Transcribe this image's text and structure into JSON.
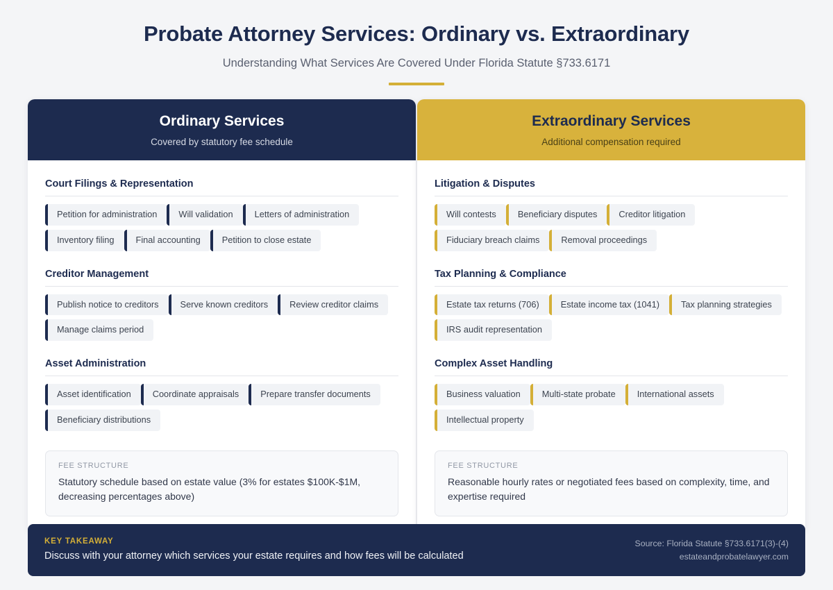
{
  "header": {
    "title": "Probate Attorney Services: Ordinary vs. Extraordinary",
    "subtitle": "Understanding What Services Are Covered Under Florida Statute §733.6171",
    "accent_color": "#d4af37"
  },
  "columns": [
    {
      "key": "ordinary",
      "title": "Ordinary Services",
      "subtitle": "Covered by statutory fee schedule",
      "header_bg": "#1d2b4f",
      "accent_color": "#1d2b4f",
      "sections": [
        {
          "title": "Court Filings & Representation",
          "items": [
            "Petition for administration",
            "Will validation",
            "Letters of administration",
            "Inventory filing",
            "Final accounting",
            "Petition to close estate"
          ]
        },
        {
          "title": "Creditor Management",
          "items": [
            "Publish notice to creditors",
            "Serve known creditors",
            "Review creditor claims",
            "Manage claims period"
          ]
        },
        {
          "title": "Asset Administration",
          "items": [
            "Asset identification",
            "Coordinate appraisals",
            "Prepare transfer documents",
            "Beneficiary distributions"
          ]
        }
      ],
      "fee": {
        "label": "FEE STRUCTURE",
        "text": "Statutory schedule based on estate value (3% for estates $100K-$1M, decreasing percentages above)"
      }
    },
    {
      "key": "extraordinary",
      "title": "Extraordinary Services",
      "subtitle": "Additional compensation required",
      "header_bg": "#d8b23c",
      "accent_color": "#d4af37",
      "sections": [
        {
          "title": "Litigation & Disputes",
          "items": [
            "Will contests",
            "Beneficiary disputes",
            "Creditor litigation",
            "Fiduciary breach claims",
            "Removal proceedings"
          ]
        },
        {
          "title": "Tax Planning & Compliance",
          "items": [
            "Estate tax returns (706)",
            "Estate income tax (1041)",
            "Tax planning strategies",
            "IRS audit representation"
          ]
        },
        {
          "title": "Complex Asset Handling",
          "items": [
            "Business valuation",
            "Multi-state probate",
            "International assets",
            "Intellectual property"
          ]
        }
      ],
      "fee": {
        "label": "FEE STRUCTURE",
        "text": "Reasonable hourly rates or negotiated fees based on complexity, time, and expertise required"
      }
    }
  ],
  "footer": {
    "takeaway_label": "KEY TAKEAWAY",
    "takeaway_text": "Discuss with your attorney which services your estate requires and how fees will be calculated",
    "source_line1": "Source: Florida Statute §733.6171(3)-(4)",
    "source_line2": "estateandprobatelawyer.com"
  }
}
